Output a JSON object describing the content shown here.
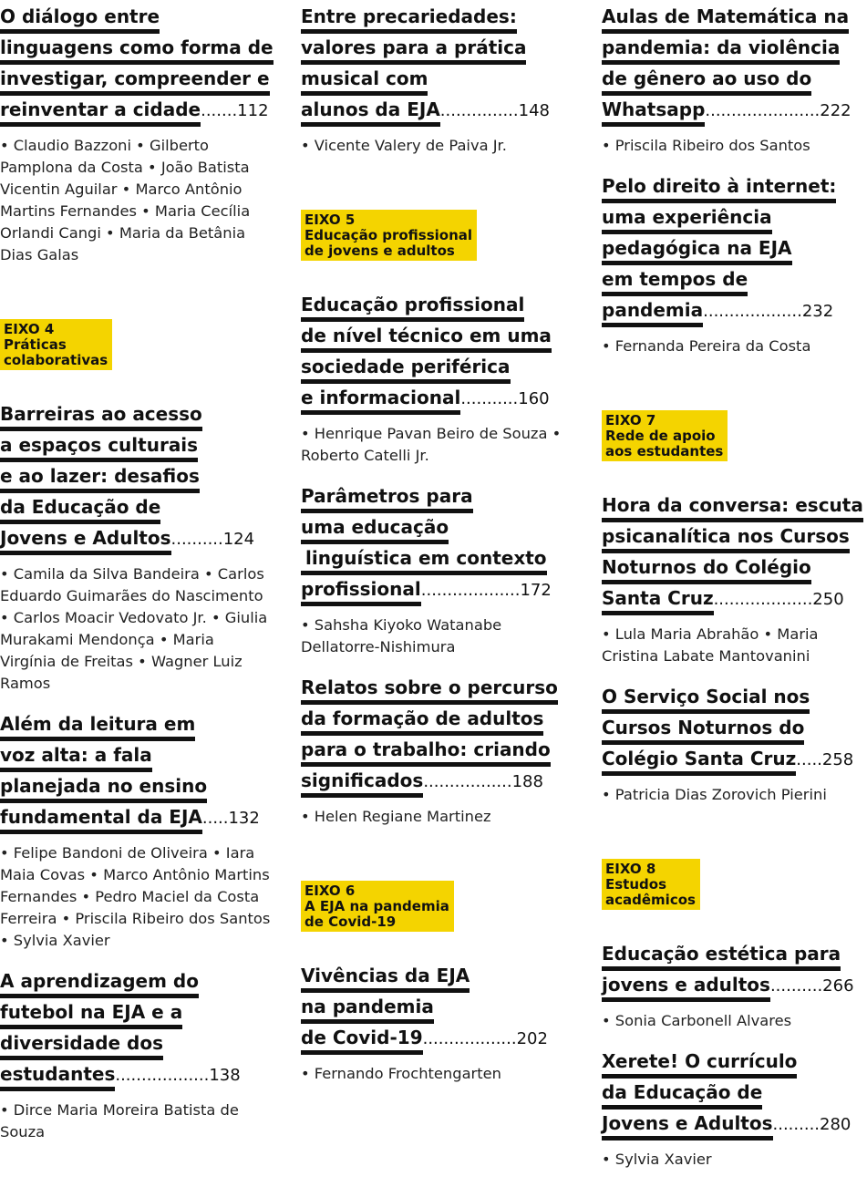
{
  "columns": [
    {
      "blocks": [
        {
          "kind": "entry",
          "title_lines": [
            "O diálogo entre",
            "linguagens como forma de",
            "investigar, compreender e",
            "reinventar a cidade"
          ],
          "dots": ".......",
          "page": "112",
          "authors": "• Claudio Bazzoni • Gilberto Pamplona da Costa • João Batista Vicentin Aguilar • Marco Antônio Martins Fernandes • Maria Cecília Orlandi Cangi • Maria da Betânia Dias Galas"
        },
        {
          "kind": "eixo",
          "lines": [
            "EIXO 4",
            "Práticas",
            "colaborativas"
          ]
        },
        {
          "kind": "entry",
          "title_lines": [
            "Barreiras ao acesso",
            "a espaços culturais",
            "e ao lazer: desafios",
            "da Educação de",
            "Jovens e Adultos"
          ],
          "dots": "..........",
          "page": "124",
          "authors": "• Camila da Silva Bandeira • Carlos Eduardo Guimarães do Nascimento • Carlos Moacir Vedovato Jr. • Giulia Murakami Mendonça • Maria Virgínia de Freitas • Wagner Luiz Ramos"
        },
        {
          "kind": "entry",
          "title_lines": [
            "Além da leitura em",
            "voz alta: a fala",
            "planejada no ensino",
            "fundamental da EJA"
          ],
          "dots": ".....",
          "page": "132",
          "authors": "• Felipe Bandoni de Oliveira • Iara Maia Covas • Marco Antônio Martins Fernandes • Pedro Maciel da Costa Ferreira • Priscila Ribeiro dos Santos • Sylvia Xavier"
        },
        {
          "kind": "entry",
          "title_lines": [
            "A aprendizagem do",
            "futebol na EJA e a",
            "diversidade dos",
            "estudantes"
          ],
          "dots": "..................",
          "page": "138",
          "authors": "• Dirce Maria Moreira Batista de Souza"
        }
      ]
    },
    {
      "blocks": [
        {
          "kind": "entry",
          "title_lines": [
            "Entre precariedades:",
            "valores para a prática",
            "musical com",
            "alunos da EJA"
          ],
          "dots": "...............",
          "page": "148",
          "authors": "• Vicente Valery de Paiva Jr."
        },
        {
          "kind": "eixo",
          "lines": [
            "EIXO 5",
            "Educação profissional",
            "de jovens e adultos"
          ]
        },
        {
          "kind": "entry",
          "title_lines": [
            "Educação profissional",
            "de nível técnico em uma",
            "sociedade periférica",
            "e informacional"
          ],
          "dots": "...........",
          "page": "160",
          "authors": "• Henrique Pavan Beiro de Souza • Roberto Catelli Jr."
        },
        {
          "kind": "entry",
          "title_lines": [
            "Parâmetros para",
            "uma educação",
            " linguística em contexto",
            "profissional"
          ],
          "dots": "...................",
          "page": "172",
          "authors": "• Sahsha Kiyoko Watanabe Dellatorre-Nishimura"
        },
        {
          "kind": "entry",
          "title_lines": [
            "Relatos sobre o percurso",
            "da formação de adultos",
            "para o trabalho: criando",
            "significados"
          ],
          "dots": ".................",
          "page": "188",
          "authors": "• Helen Regiane Martinez"
        },
        {
          "kind": "eixo",
          "lines": [
            "EIXO 6",
            "A EJA na pandemia",
            "de Covid-19"
          ]
        },
        {
          "kind": "entry",
          "title_lines": [
            "Vivências da EJA",
            "na pandemia",
            "de Covid-19"
          ],
          "dots": "..................",
          "page": "202",
          "authors": "• Fernando Frochtengarten"
        }
      ]
    },
    {
      "blocks": [
        {
          "kind": "entry",
          "title_lines": [
            "Aulas de Matemática na",
            "pandemia: da violência",
            "de gênero ao uso do",
            "Whatsapp"
          ],
          "dots": "......................",
          "page": "222",
          "authors": "• Priscila Ribeiro dos Santos"
        },
        {
          "kind": "entry",
          "title_lines": [
            "Pelo direito à internet:",
            "uma experiência",
            "pedagógica na EJA",
            "em tempos de",
            "pandemia"
          ],
          "dots": "...................",
          "page": "232",
          "authors": "•  Fernanda Pereira da Costa"
        },
        {
          "kind": "eixo",
          "lines": [
            "EIXO 7",
            "Rede de apoio",
            "aos estudantes"
          ]
        },
        {
          "kind": "entry",
          "title_lines": [
            "Hora da conversa: escuta",
            "psicanalítica nos Cursos",
            "Noturnos do Colégio",
            "Santa Cruz"
          ],
          "dots": "...................",
          "page": "250",
          "authors": "• Lula Maria Abrahão • Maria Cristina Labate Mantovanini"
        },
        {
          "kind": "entry",
          "title_lines": [
            "O Serviço Social nos",
            "Cursos Noturnos do",
            "Colégio Santa Cruz"
          ],
          "dots": ".....",
          "page": "258",
          "authors": "• Patricia Dias Zorovich Pierini"
        },
        {
          "kind": "eixo",
          "lines": [
            "EIXO 8",
            "Estudos",
            "acadêmicos"
          ]
        },
        {
          "kind": "entry",
          "title_lines": [
            "Educação estética para",
            "jovens e adultos"
          ],
          "dots": "..........",
          "page": "266",
          "authors": "• Sonia Carbonell Alvares"
        },
        {
          "kind": "entry",
          "title_lines": [
            "Xerete! O currículo",
            "da Educação de",
            "Jovens e Adultos"
          ],
          "dots": ".........",
          "page": "280",
          "authors": "• Sylvia Xavier"
        }
      ]
    }
  ]
}
